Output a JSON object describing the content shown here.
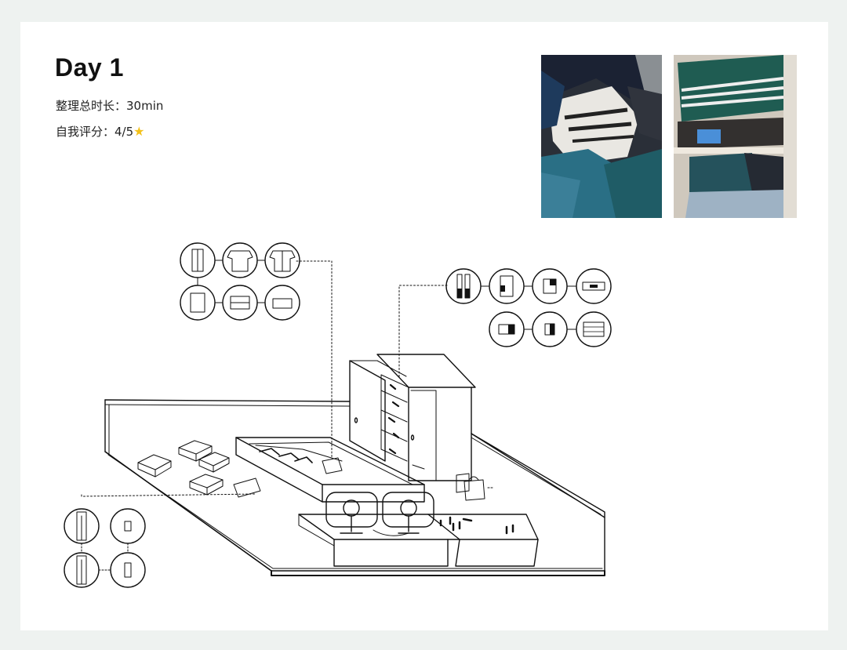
{
  "header": {
    "title": "Day 1",
    "duration_text": "整理总时长：30min",
    "rating_text": "自我评分：4/5"
  },
  "icons": {
    "rating": "star-icon"
  },
  "colors": {
    "page_bg": "#eef2f0",
    "card_bg": "#ffffff",
    "ink": "#111111",
    "star": "#f3c11a",
    "teal_fabric": "#1f5c66",
    "navy_fabric": "#1b2233"
  }
}
